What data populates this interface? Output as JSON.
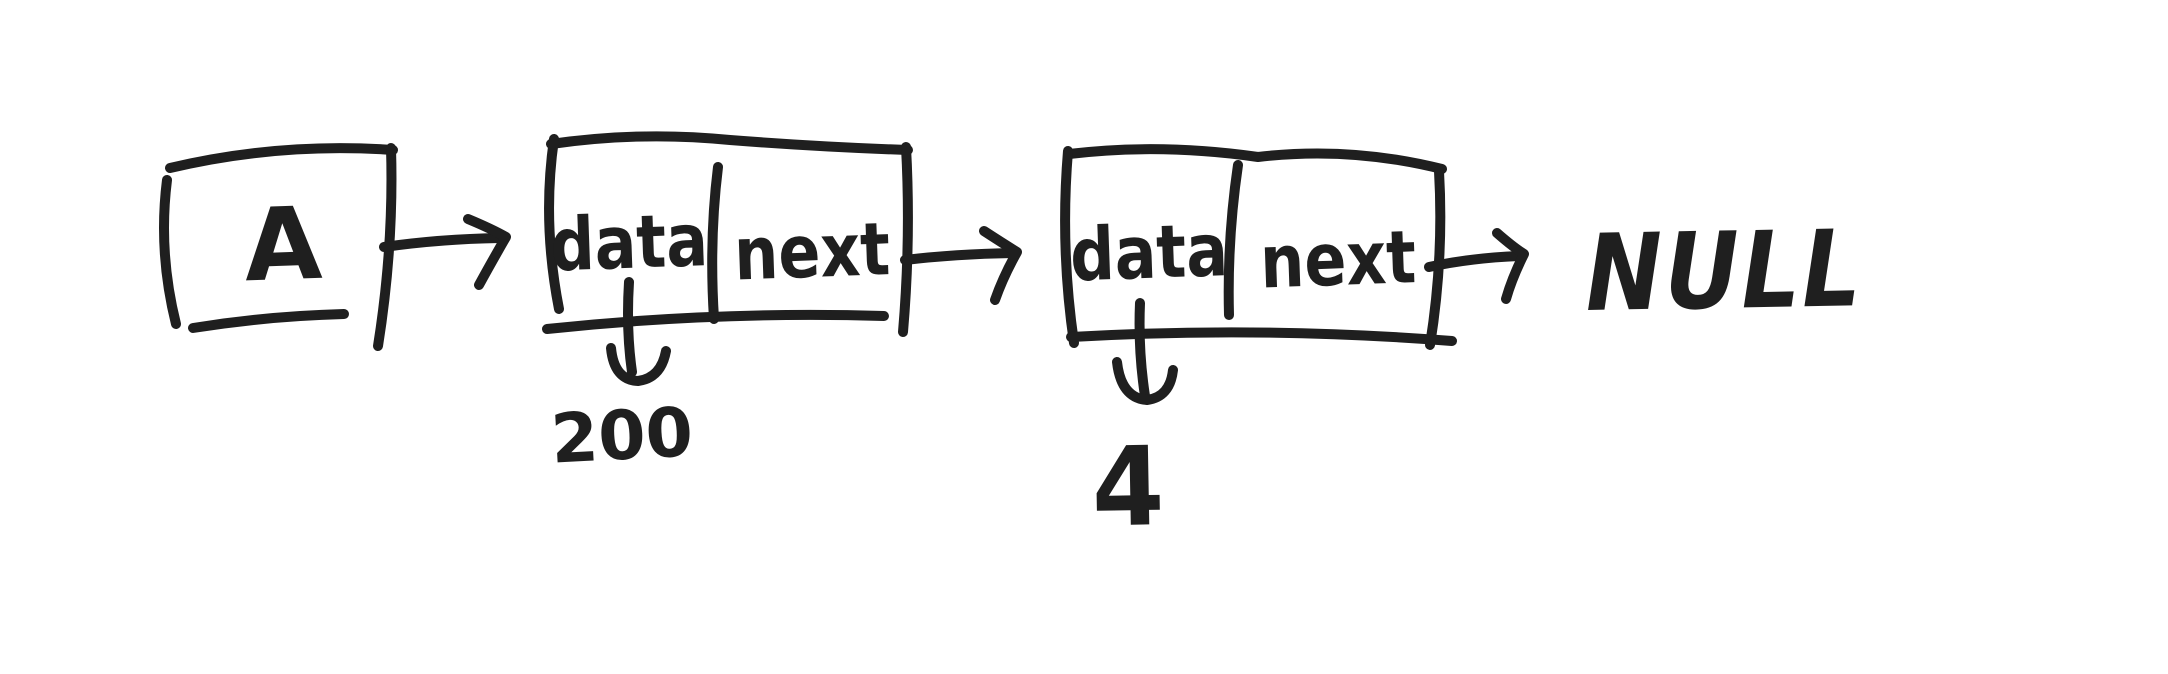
{
  "diagram": {
    "description": "Hand-drawn singly linked list sketch",
    "ink_color": "#1f1f1f",
    "background_color": "#ffffff",
    "head": {
      "label": "A"
    },
    "nodes": [
      {
        "data_label": "data",
        "next_label": "next",
        "value": "200"
      },
      {
        "data_label": "data",
        "next_label": "next",
        "value": "4"
      }
    ],
    "terminator_label": "NULL"
  }
}
